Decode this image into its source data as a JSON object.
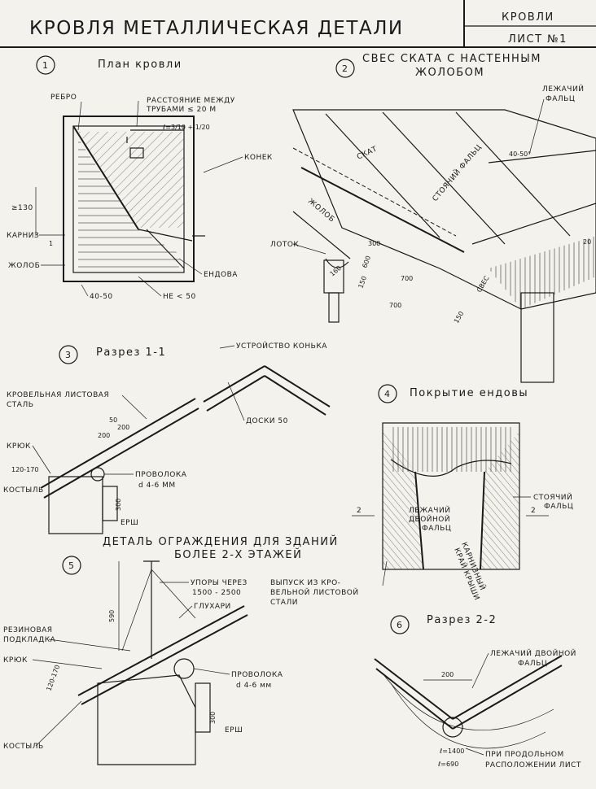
{
  "header": {
    "title": "КРОВЛЯ МЕТАЛЛИЧЕСКАЯ ДЕТАЛИ",
    "section": "КРОВЛИ",
    "sheet": "ЛИСТ №1"
  },
  "details": {
    "d1": {
      "num": "1",
      "title": "План кровли",
      "labels": {
        "rebro": "РЕБРО",
        "dist1": "РАССТОЯНИЕ МЕЖДУ",
        "dist2": "ТРУБАМИ ≤ 20 М",
        "dim_top": "ℓ=3/10 + 1/20",
        "konek": "КОНЕК",
        "ge130": "≥130",
        "karniz": "КАРНИЗ",
        "cut": "1",
        "zholob": "ЖОЛОБ",
        "endova": "ЕНДОВА",
        "d4050": "40-50",
        "ne50": "НЕ < 50"
      }
    },
    "d2": {
      "num": "2",
      "title1": "СВЕС СКАТА С НАСТЕННЫМ",
      "title2": "ЖОЛОБОМ",
      "labels": {
        "lezh1": "ЛЕЖАЧИЙ",
        "lezh2": "ФАЛЬЦ",
        "skat": "СКАТ",
        "stoyach": "СТОЯЧИЙ ФАЛЬЦ",
        "a4050": "40-50°",
        "zholob": "ЖОЛОБ",
        "lotok": "ЛОТОК",
        "d300": "300",
        "d160": "160",
        "d700a": "700",
        "d700b": "700",
        "d150": "150",
        "svec": "СВЕС",
        "d20": "20",
        "d150b": "150",
        "d600": "600"
      }
    },
    "d3": {
      "num": "3",
      "title": "Разрез 1-1",
      "labels": {
        "konek": "УСТРОЙСТВО КОНЬКА",
        "stal1": "КРОВЕЛЬНАЯ ЛИСТОВАЯ",
        "stal2": "СТАЛЬ",
        "d50": "50",
        "d200a": "200",
        "d200b": "200",
        "doski": "ДОСКИ 50",
        "kryuk": "КРЮК",
        "d120": "120-170",
        "prov1": "ПРОВОЛОКА",
        "prov2": "d 4-6 ММ",
        "d300": "300",
        "kostyl": "КОСТЫЛЬ",
        "ersh": "ЕРШ"
      }
    },
    "d4": {
      "num": "4",
      "title": "Покрытие ендовы",
      "labels": {
        "lezh1": "ЛЕЖАЧИЙ",
        "lezh2": "ДВОЙНОЙ",
        "lezh3": "ФАЛЬЦ",
        "karn1": "КАРНИЗНЫЙ",
        "karn2": "КРАЙ КРЫШИ",
        "stoy1": "СТОЯЧИЙ",
        "stoy2": "ФАЛЬЦ",
        "cut_l": "2",
        "cut_r": "2"
      }
    },
    "d5": {
      "num": "5",
      "title1": "ДЕТАЛЬ ОГРАЖДЕНИЯ ДЛЯ ЗДАНИЙ",
      "title2": "БОЛЕЕ 2-Х ЭТАЖЕЙ",
      "labels": {
        "d590": "590",
        "upory1": "УПОРЫ ЧЕРЕЗ",
        "upory2": "1500 - 2500",
        "gluh": "ГЛУХАРИ",
        "vyp1": "ВЫПУСК ИЗ КРО-",
        "vyp2": "ВЕЛЬНОЙ ЛИСТОВОЙ",
        "vyp3": "СТАЛИ",
        "rez1": "РЕЗИНОВАЯ",
        "rez2": "ПОДКЛАДКА",
        "kryuk": "КРЮК",
        "d120": "120-170",
        "prov1": "ПРОВОЛОКА",
        "prov2": "d 4-6 мм",
        "d300": "300",
        "ersh": "ЕРШ",
        "kostyl": "КОСТЫЛЬ"
      }
    },
    "d6": {
      "num": "6",
      "title": "Разрез 2-2",
      "labels": {
        "lezh1": "ЛЕЖАЧИЙ ДВОЙНОЙ",
        "lezh2": "ФАЛЬЦ",
        "d200": "200",
        "l1400": "ℓ=1400",
        "l690": "ℓ=690",
        "pri1": "ПРИ ПРОДОЛЬНОМ",
        "pri2": "РАСПОЛОЖЕНИИ ЛИСТ"
      }
    }
  }
}
